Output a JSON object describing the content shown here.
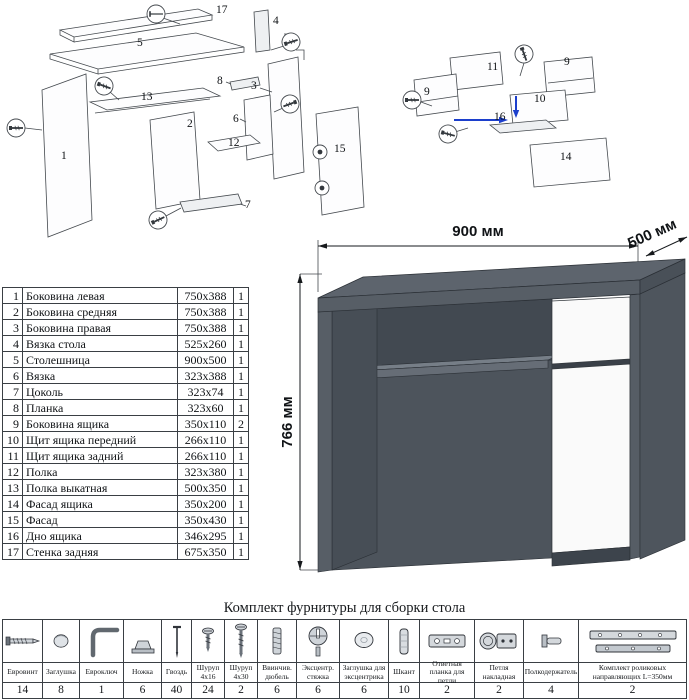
{
  "desk": {
    "width_label": "900 мм",
    "depth_label": "500 мм",
    "height_label": "766 мм"
  },
  "parts_table": {
    "rows": [
      {
        "num": "1",
        "name": "Боковина левая",
        "size": "750х388",
        "qty": "1"
      },
      {
        "num": "2",
        "name": "Боковина средняя",
        "size": "750х388",
        "qty": "1"
      },
      {
        "num": "3",
        "name": "Боковина правая",
        "size": "750х388",
        "qty": "1"
      },
      {
        "num": "4",
        "name": "Вязка стола",
        "size": "525х260",
        "qty": "1"
      },
      {
        "num": "5",
        "name": "Столешница",
        "size": "900х500",
        "qty": "1"
      },
      {
        "num": "6",
        "name": "Вязка",
        "size": "323х388",
        "qty": "1"
      },
      {
        "num": "7",
        "name": "Цоколь",
        "size": "323х74",
        "qty": "1"
      },
      {
        "num": "8",
        "name": "Планка",
        "size": "323х60",
        "qty": "1"
      },
      {
        "num": "9",
        "name": "Боковина ящика",
        "size": "350х110",
        "qty": "2"
      },
      {
        "num": "10",
        "name": "Щит ящика передний",
        "size": "266х110",
        "qty": "1"
      },
      {
        "num": "11",
        "name": "Щит ящика задний",
        "size": "266х110",
        "qty": "1"
      },
      {
        "num": "12",
        "name": "Полка",
        "size": "323х380",
        "qty": "1"
      },
      {
        "num": "13",
        "name": "Полка выкатная",
        "size": "500х350",
        "qty": "1"
      },
      {
        "num": "14",
        "name": "Фасад ящика",
        "size": "350х200",
        "qty": "1"
      },
      {
        "num": "15",
        "name": "Фасад",
        "size": "350х430",
        "qty": "1"
      },
      {
        "num": "16",
        "name": "Дно ящика",
        "size": "346х295",
        "qty": "1"
      },
      {
        "num": "17",
        "name": "Стенка задняя",
        "size": "675х350",
        "qty": "1"
      }
    ]
  },
  "hardware": {
    "title": "Комплект фурнитуры для сборки стола",
    "items": [
      {
        "name": "Евровинт",
        "qty": "14"
      },
      {
        "name": "Заглушка",
        "qty": "8"
      },
      {
        "name": "Евроключ",
        "qty": "1"
      },
      {
        "name": "Ножка",
        "qty": "6"
      },
      {
        "name": "Гвоздь",
        "qty": "40"
      },
      {
        "name": "Шуруп 4х16",
        "qty": "24"
      },
      {
        "name": "Шуруп 4х30",
        "qty": "2"
      },
      {
        "name": "Ввинчив. дюбель",
        "qty": "6"
      },
      {
        "name": "Эксцентр. стяжка",
        "qty": "6"
      },
      {
        "name": "Заглушка для эксцентрика",
        "qty": "6"
      },
      {
        "name": "Шкант",
        "qty": "10"
      },
      {
        "name": "Ответная планка для петли",
        "qty": "2"
      },
      {
        "name": "Петля накладная",
        "qty": "2"
      },
      {
        "name": "Полкодержатель",
        "qty": "4"
      },
      {
        "name": "Комплект роликовых направляющих L=350мм",
        "qty": "2"
      }
    ]
  },
  "diagram_main": {
    "labels": [
      "17",
      "5",
      "4",
      "3",
      "8",
      "6",
      "13",
      "2",
      "12",
      "1",
      "15",
      "7"
    ]
  },
  "diagram_drawer": {
    "labels": [
      "11",
      "9",
      "9",
      "10",
      "16",
      "14"
    ]
  },
  "colors": {
    "desk_gray": "#575e66",
    "front_white": "#fafafa",
    "arrow_blue": "#1c3fcc"
  }
}
